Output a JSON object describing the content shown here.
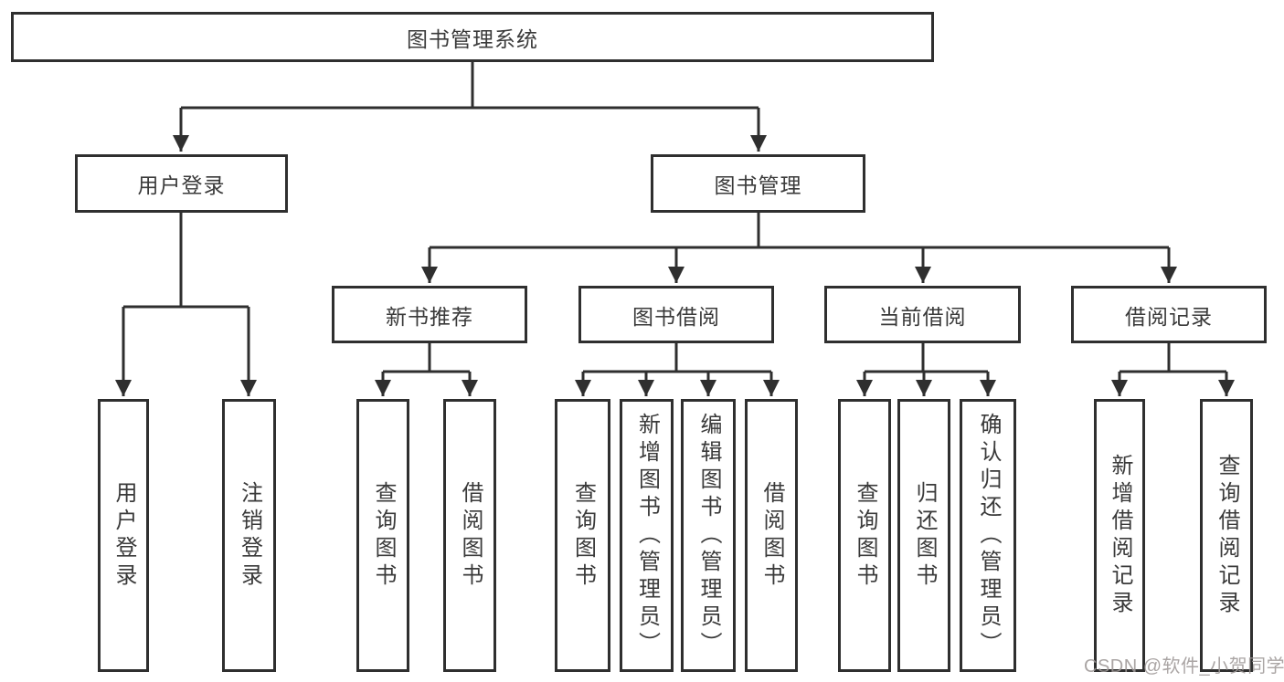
{
  "tree": {
    "label": "图书管理系统",
    "children": [
      {
        "label": "用户登录",
        "children": [
          {
            "label": "用户登录"
          },
          {
            "label": "注销登录"
          }
        ]
      },
      {
        "label": "图书管理",
        "children": [
          {
            "label": "新书推荐",
            "children": [
              {
                "label": "查询图书"
              },
              {
                "label": "借阅图书"
              }
            ]
          },
          {
            "label": "图书借阅",
            "children": [
              {
                "label": "查询图书"
              },
              {
                "label": "新增图书（管理员）"
              },
              {
                "label": "编辑图书（管理员）"
              },
              {
                "label": "借阅图书"
              }
            ]
          },
          {
            "label": "当前借阅",
            "children": [
              {
                "label": "查询图书"
              },
              {
                "label": "归还图书"
              },
              {
                "label": "确认归还（管理员）"
              }
            ]
          },
          {
            "label": "借阅记录",
            "children": [
              {
                "label": "新增借阅记录"
              },
              {
                "label": "查询借阅记录"
              }
            ]
          }
        ]
      }
    ]
  },
  "watermark": {
    "text": "CSDN @软件_小贺同学"
  },
  "colors": {
    "line": "#2f2f2f",
    "text": "#3a3a3a",
    "box_background": "#ffffff",
    "watermark": "#9e9897",
    "background": "#ffffff"
  }
}
